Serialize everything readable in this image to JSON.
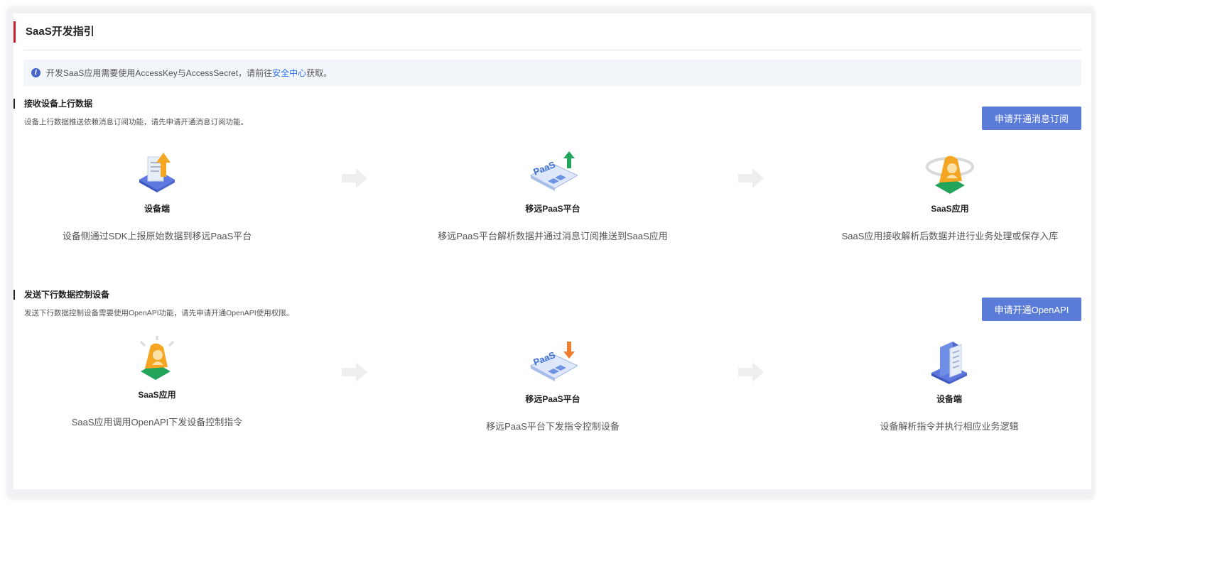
{
  "page": {
    "title": "SaaS开发指引"
  },
  "notice": {
    "text_before": "开发SaaS应用需要使用AccessKey与AccessSecret，请前往",
    "link": "安全中心",
    "text_after": "获取。"
  },
  "uplink": {
    "title": "接收设备上行数据",
    "description": "设备上行数据推送依赖消息订阅功能，请先申请开通消息订阅功能。",
    "button": "申请开通消息订阅",
    "steps": [
      {
        "name": "设备端",
        "desc": "设备侧通过SDK上报原始数据到移远PaaS平台",
        "icon": "device-upload-icon"
      },
      {
        "name": "移远PaaS平台",
        "desc": "移远PaaS平台解析数据并通过消息订阅推送到SaaS应用",
        "icon": "paas-upload-icon"
      },
      {
        "name": "SaaS应用",
        "desc": "SaaS应用接收解析后数据并进行业务处理或保存入库",
        "icon": "saas-app-icon"
      }
    ]
  },
  "downlink": {
    "title": "发送下行数据控制设备",
    "description": "发送下行数据控制设备需要使用OpenAPI功能，请先申请开通OpenAPI使用权限。",
    "button": "申请开通OpenAPI",
    "steps": [
      {
        "name": "SaaS应用",
        "desc": "SaaS应用调用OpenAPI下发设备控制指令",
        "icon": "saas-app-icon"
      },
      {
        "name": "移远PaaS平台",
        "desc": "移远PaaS平台下发指令控制设备",
        "icon": "paas-download-icon"
      },
      {
        "name": "设备端",
        "desc": "设备解析指令并执行相应业务逻辑",
        "icon": "device-server-icon"
      }
    ]
  },
  "colors": {
    "accent": "#c81e2a",
    "button": "#5b7bd9",
    "link": "#2f6fdf",
    "notice_bg": "#f2f5fa"
  }
}
